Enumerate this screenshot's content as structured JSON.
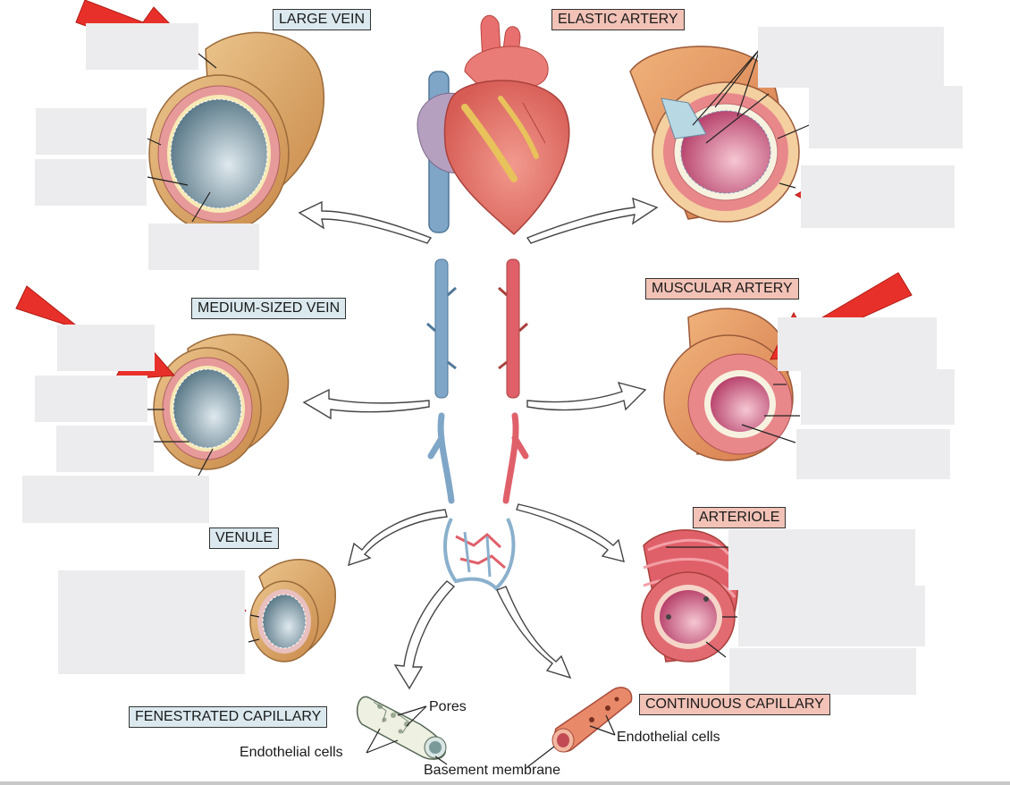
{
  "labels": {
    "large_vein": "LARGE VEIN",
    "elastic_artery": "ELASTIC ARTERY",
    "medium_vein": "MEDIUM-SIZED VEIN",
    "muscular_artery": "MUSCULAR ARTERY",
    "venule": "VENULE",
    "arteriole": "ARTERIOLE",
    "fenestrated_capillary": "FENESTRATED CAPILLARY",
    "continuous_capillary": "CONTINUOUS CAPILLARY"
  },
  "annotations": {
    "pores": "Pores",
    "endothelial_left": "Endothelial cells",
    "endothelial_right": "Endothelial cells",
    "basement_membrane": "Basement membrane"
  },
  "colors": {
    "vein_label_bg": "#dbe9ef",
    "artery_label_bg": "#f2c2b6",
    "highlight_arrow": "#e8302a",
    "vein_blue": "#7fa6c7",
    "artery_red": "#e0606a",
    "adventitia": "#d9a062"
  }
}
